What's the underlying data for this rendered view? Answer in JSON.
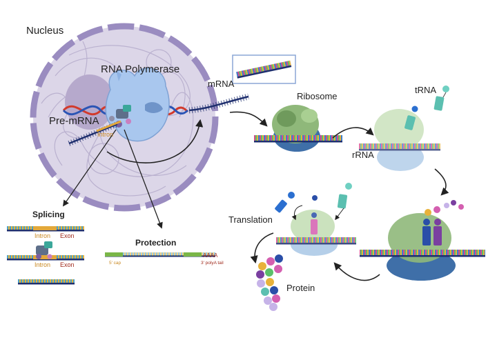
{
  "labels": {
    "nucleus": "Nucleus",
    "rna_polymerase": "RNA Polymerase",
    "pre_mrna": "Pre-mRNA",
    "intron_main": "Intron",
    "mrna": "mRNA",
    "ribosome": "Ribosome",
    "trna": "tRNA",
    "rrna": "rRNA",
    "splicing": "Splicing",
    "intron": "Intron",
    "exon": "Exon",
    "intron_2": "Intron",
    "exon_2": "Exon",
    "protection": "Protection",
    "five_cap": "5' cap",
    "polya": "AAAA",
    "polya_tail": "3' polyA tail",
    "translation": "Translation",
    "protein": "Protein"
  },
  "colors": {
    "nucleus_fill": "#dcd6e8",
    "nucleus_border": "#9a8cc0",
    "polymerase": "#a9c7ee",
    "dna_red": "#d23a2c",
    "dna_blue": "#2b55b5",
    "rna_strand": "#1f2f6e",
    "intron": "#e3a83a",
    "exon_green": "#7ab648",
    "ribosome_large": "#8fb87a",
    "ribosome_small": "#3f6fa8",
    "trna_teal": "#5bbfb0",
    "trna_pink": "#d45fb0",
    "trna_purple": "#7a3fa0"
  }
}
